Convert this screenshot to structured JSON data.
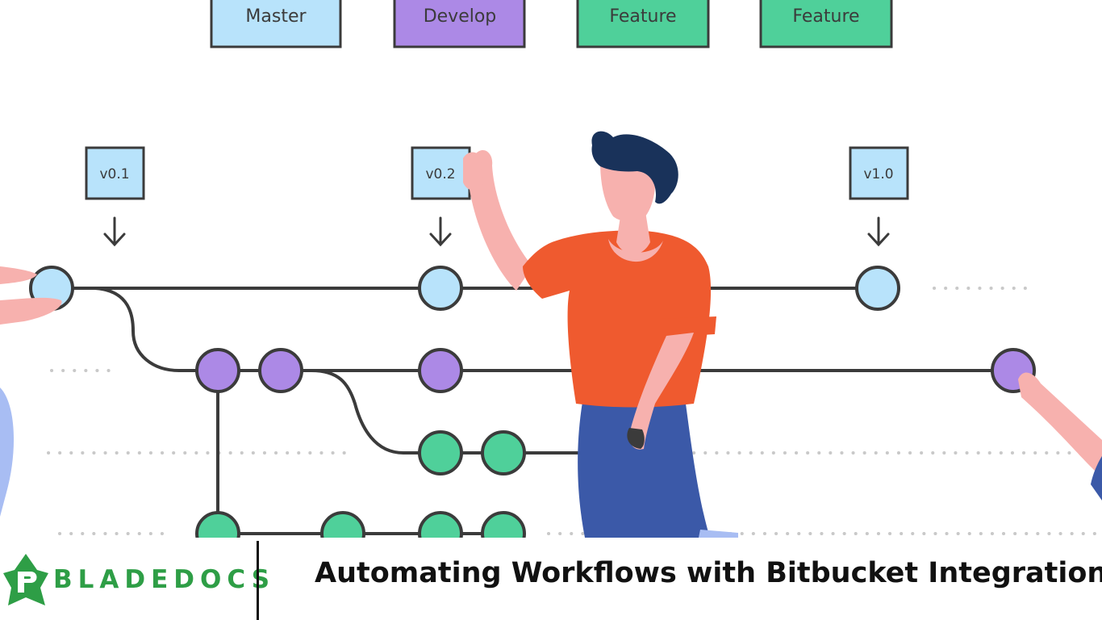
{
  "branches": [
    {
      "label": "Master",
      "color": "#b8e3fb"
    },
    {
      "label": "Develop",
      "color": "#ac89e6"
    },
    {
      "label": "Feature",
      "color": "#4fd09a"
    },
    {
      "label": "Feature",
      "color": "#4fd09a"
    }
  ],
  "tags": [
    "v0.1",
    "v0.2",
    "v1.0"
  ],
  "colors": {
    "master_node": "#b8e3fb",
    "develop_node": "#ac89e6",
    "feature_node": "#4fd09a",
    "line": "#3b3b3b",
    "shirt": "#ef5a2f",
    "pants": "#3b59a8",
    "hair": "#19325a",
    "skin": "#f7b1ae",
    "brand_green": "#2e9e46"
  },
  "banner": {
    "brand": "BLADEDOCS",
    "headline": "Automating Workflows with Bitbucket Integration"
  }
}
